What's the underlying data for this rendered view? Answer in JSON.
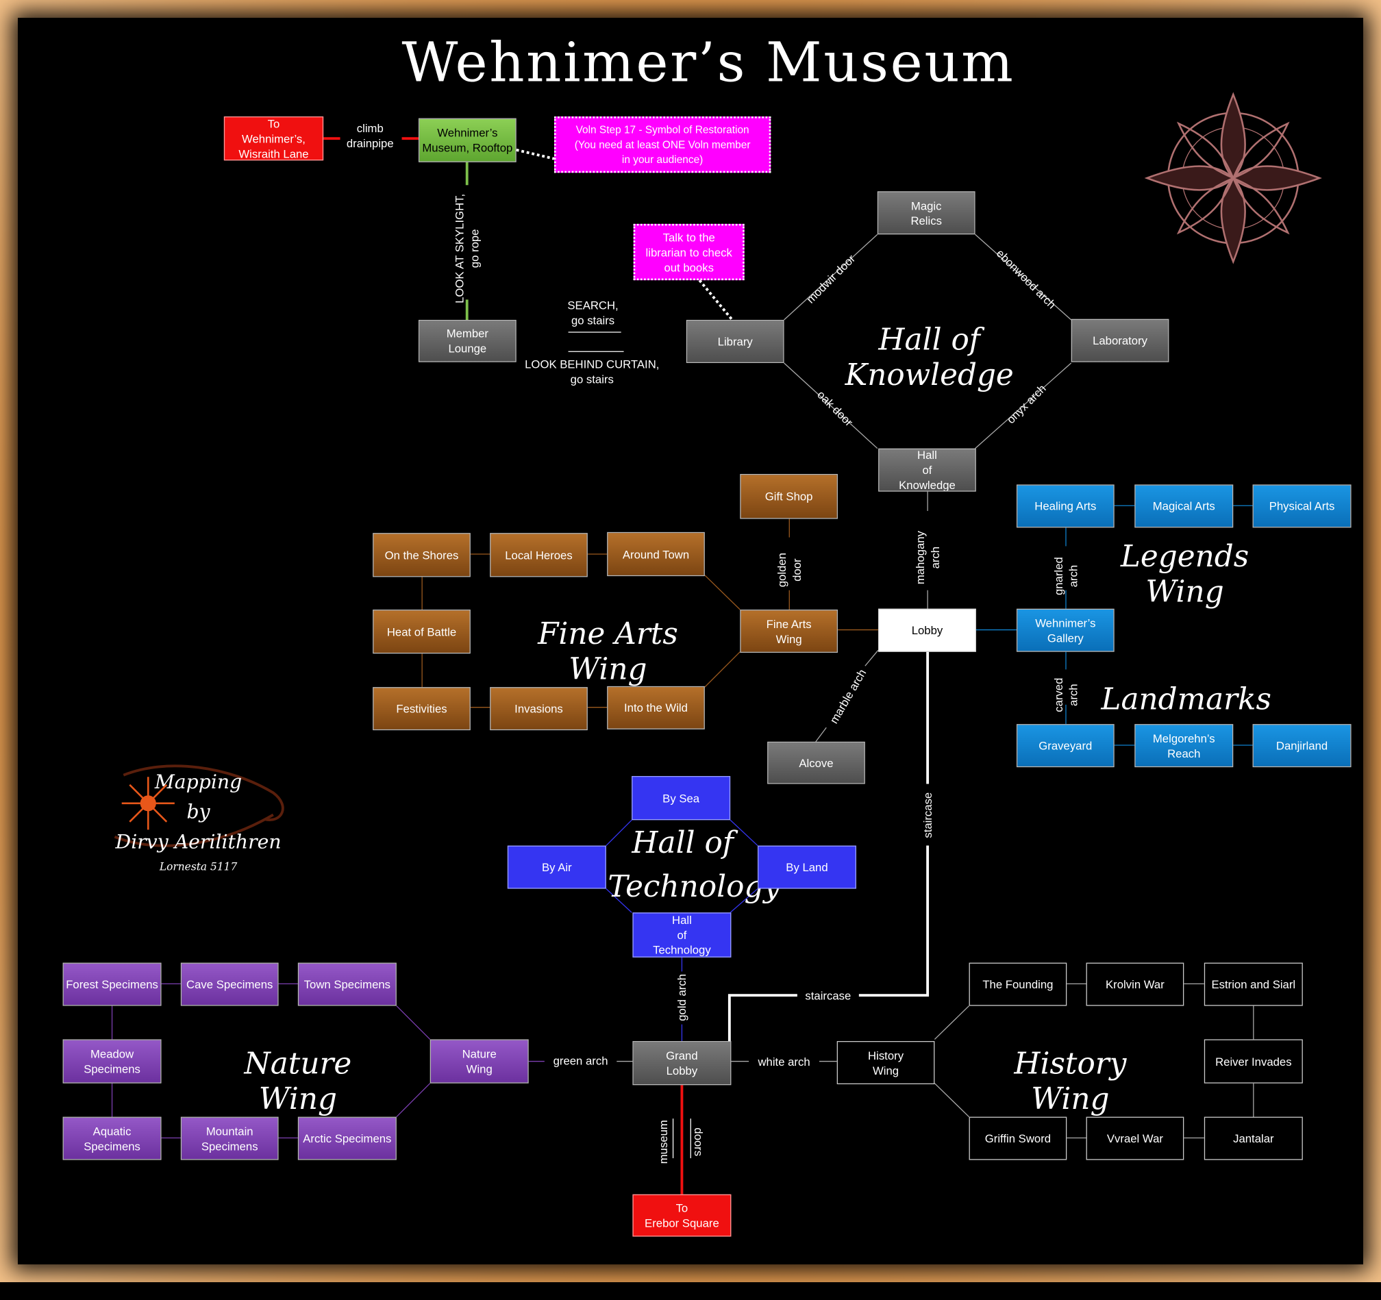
{
  "title": "Wehnimer’s Museum",
  "credit": {
    "line1": "Mapping",
    "line2": "by",
    "line3": "Dirvy Aerilithren",
    "line4": "Lornesta 5117"
  },
  "sections": {
    "hall_of_knowledge": "Hall of Knowledge",
    "fine_arts": "Fine Arts Wing",
    "legends": "Legends Wing",
    "landmarks": "Landmarks",
    "hall_of_technology": "Hall of\nTechnology",
    "nature": "Nature Wing",
    "history": "History Wing"
  },
  "nodes": {
    "to_wisraith": "To\nWehnimer’s,\nWisraith Lane",
    "rooftop": "Wehnimer’s\nMuseum, Rooftop",
    "voln_note": "Voln Step 17 - Symbol of Restoration\n(You need at least ONE Voln member\nin your audience)",
    "member_lounge": "Member\nLounge",
    "librarian_note": "Talk to the\nlibrarian to check\nout books",
    "library": "Library",
    "magic_relics": "Magic\nRelics",
    "laboratory": "Laboratory",
    "hall_knowledge": "Hall\nof\nKnowledge",
    "gift_shop": "Gift Shop",
    "on_the_shores": "On the Shores",
    "local_heroes": "Local Heroes",
    "around_town": "Around Town",
    "heat_of_battle": "Heat of Battle",
    "fine_arts_wing": "Fine Arts\nWing",
    "festivities": "Festivities",
    "invasions": "Invasions",
    "into_the_wild": "Into the Wild",
    "lobby": "Lobby",
    "alcove": "Alcove",
    "healing_arts": "Healing Arts",
    "magical_arts": "Magical Arts",
    "physical_arts": "Physical Arts",
    "gallery": "Wehnimer’s\nGallery",
    "graveyard": "Graveyard",
    "melgorehns_reach": "Melgorehn’s\nReach",
    "danjirland": "Danjirland",
    "by_sea": "By Sea",
    "by_air": "By Air",
    "by_land": "By Land",
    "hall_technology": "Hall\nof\nTechnology",
    "forest": "Forest Specimens",
    "cave": "Cave Specimens",
    "town": "Town Specimens",
    "meadow": "Meadow\nSpecimens",
    "nature_wing": "Nature\nWing",
    "aquatic": "Aquatic\nSpecimens",
    "mountain": "Mountain\nSpecimens",
    "arctic": "Arctic Specimens",
    "grand_lobby": "Grand\nLobby",
    "history_wing": "History\nWing",
    "the_founding": "The Founding",
    "krolvin_war": "Krolvin War",
    "estrion": "Estrion and Siarl",
    "reiver": "Reiver Invades",
    "griffin": "Griffin Sword",
    "vvrael": "Vvrael War",
    "jantalar": "Jantalar",
    "erebor": "To\nErebor Square"
  },
  "edges": {
    "climb": "climb\ndrainpipe",
    "skylight": "LOOK AT SKYLIGHT,\ngo rope",
    "search": "SEARCH,\ngo stairs",
    "curtain": "LOOK BEHIND CURTAIN,\ngo stairs",
    "modwir": "modwir door",
    "ebonwood": "ebonwood arch",
    "oak": "oak door",
    "onyx": "onyx arch",
    "mahogany": "mahogany\narch",
    "golden": "golden\ndoor",
    "gnarled": "gnarled\narch",
    "carved": "carved\narch",
    "marble": "marble arch",
    "staircase1": "staircase",
    "staircase2": "staircase",
    "gold_arch": "gold arch",
    "green_arch": "green arch",
    "white_arch": "white arch",
    "museum": "museum",
    "doors": "doors"
  },
  "colors": {
    "frame": "#d98a3a",
    "fine_arts": "#9c5a1e",
    "legends": "#0f80cc",
    "nature": "#7d3fb2",
    "technology": "#3535f2",
    "exit": "#f01010",
    "note": "#ff00ff",
    "rooftop": "#7dc04a"
  },
  "icons": {
    "compass": "compass-rose-icon",
    "credit_ornament": "snowflake-flourish-icon"
  }
}
